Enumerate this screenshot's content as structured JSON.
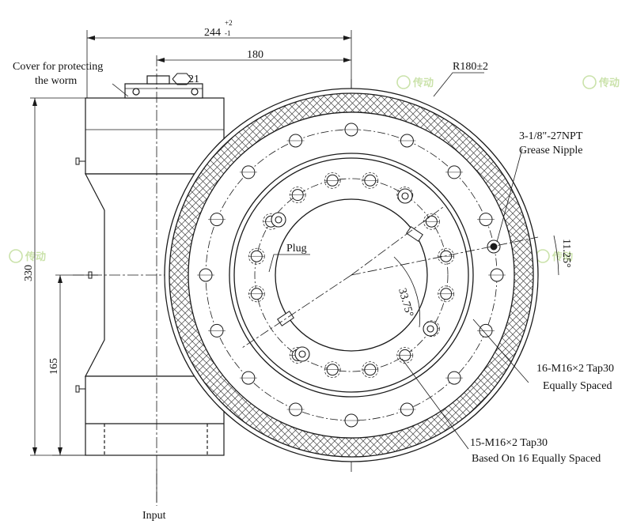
{
  "dimensions": {
    "overall_width": "244",
    "overall_width_upper_tol": "+2",
    "overall_width_lower_tol": "-1",
    "center_offset": "180",
    "hex_size": "21",
    "radius": "R180±2",
    "height_total": "330",
    "height_to_center": "165",
    "angle_nipple": "11.25°",
    "angle_plug": "33.75°"
  },
  "callouts": {
    "cover_line1": "Cover for protecting",
    "cover_line2": "the worm",
    "nipple_line1": "3-1/8\"-27NPT",
    "nipple_line2": "Grease Nipple",
    "plug": "Plug",
    "outer_holes_line1": "16-M16×2 Tap30",
    "outer_holes_line2": "Equally Spaced",
    "inner_holes_line1": "15-M16×2 Tap30",
    "inner_holes_line2": "Based On 16 Equally Spaced",
    "input": "Input"
  },
  "watermark": {
    "text": "传动"
  },
  "colors": {
    "line": "#1a1a1a",
    "hatch": "#555555",
    "watermark": "#b9d98e"
  }
}
